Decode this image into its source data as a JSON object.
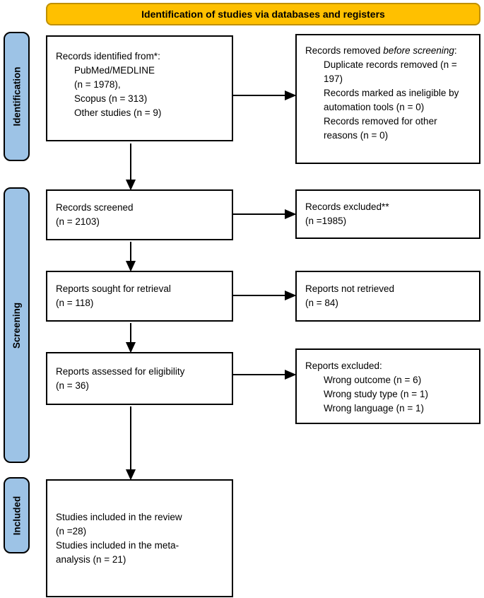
{
  "colors": {
    "header_fill": "#FFC000",
    "header_border": "#BF9000",
    "stage_fill": "#9DC3E6",
    "line_color": "#000000"
  },
  "header": {
    "title": "Identification of studies via databases and registers"
  },
  "stages": [
    {
      "label": "Identification"
    },
    {
      "label": "Screening"
    },
    {
      "label": "Included"
    }
  ],
  "flow": {
    "records_identified": {
      "title": "Records identified from*:",
      "items": [
        "PubMed/MEDLINE",
        "(n = 1978),",
        "Scopus (n = 313)",
        "Other studies (n = 9)"
      ]
    },
    "records_screened": {
      "lines": [
        "Records screened",
        "(n = 2103)"
      ]
    },
    "reports_sought": {
      "lines": [
        "Reports sought for retrieval",
        "(n = 118)"
      ]
    },
    "reports_assessed": {
      "lines": [
        "Reports assessed for eligibility",
        "(n = 36)"
      ]
    },
    "studies_included": {
      "lines": [
        "Studies included in the review",
        "(n =28)",
        "Studies included in the meta-",
        "analysis (n = 21)"
      ]
    },
    "records_removed": {
      "title_prefix": "Records removed ",
      "title_italic": "before screening",
      "title_suffix": ":",
      "items": [
        "Duplicate records removed (n = 197)",
        "Records marked as ineligible by automation tools (n = 0)",
        "Records removed for other reasons (n = 0)"
      ]
    },
    "records_excluded": {
      "lines": [
        "Records excluded**",
        "(n =1985)"
      ]
    },
    "reports_not_retrieved": {
      "lines": [
        "Reports not retrieved",
        "(n = 84)"
      ]
    },
    "reports_excluded": {
      "title": "Reports excluded:",
      "items": [
        "Wrong outcome (n = 6)",
        "Wrong study type (n = 1)",
        "Wrong language (n = 1)"
      ]
    }
  }
}
